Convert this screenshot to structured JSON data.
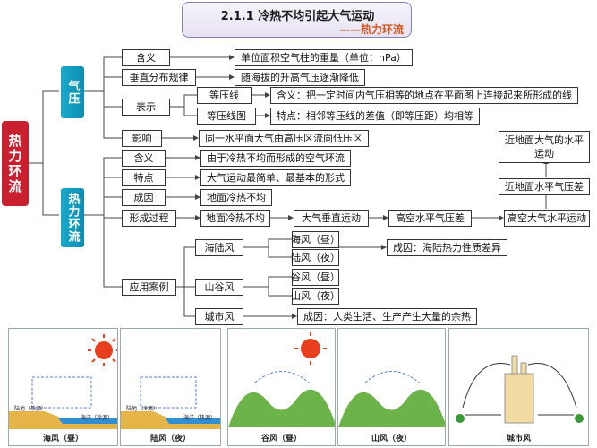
{
  "title": {
    "main": "2.1.1 冷热不均引起大气运动",
    "sub": "——热力环流"
  },
  "root": "热力环流",
  "categories": {
    "pressure": "气压",
    "circulation": "热力环流"
  },
  "pressure": {
    "meaning": {
      "label": "含义",
      "desc": "单位面积空气柱的重量（单位：hPa）"
    },
    "vertical": {
      "label": "垂直分布规律",
      "desc": "随海拔的升高气压逐渐降低"
    },
    "represent": {
      "label": "表示",
      "isobar": {
        "label": "等压线",
        "desc": "含义：把一定时间内气压相等的地点在平面图上连接起来所形成的线"
      },
      "map": {
        "label": "等压线图",
        "desc": "特点：相邻等压线的差值（即等压距）均相等"
      }
    },
    "influence": {
      "label": "影响",
      "desc": "同一水平面大气由高压区流向低压区"
    }
  },
  "circulation": {
    "meaning": {
      "label": "含义",
      "desc": "由于冷热不均而形成的空气环流"
    },
    "feature": {
      "label": "特点",
      "desc": "大气运动最简单、最基本的形式"
    },
    "cause": {
      "label": "成因",
      "desc": "地面冷热不均"
    },
    "process": {
      "label": "形成过程",
      "steps": [
        "地面冷热不均",
        "大气垂直运动",
        "高空水平气压差",
        "高空大气水平运动"
      ],
      "up1": "近地面水平气压差",
      "up2": "近地面大气的水平运动"
    },
    "cases": {
      "label": "应用案例",
      "sea_land": {
        "label": "海陆风",
        "day": "海风（昼）",
        "night": "陆风（夜）",
        "cause": "成因：海陆热力性质差异"
      },
      "valley": {
        "label": "山谷风",
        "day": "谷风（昼）",
        "night": "山风（夜）"
      },
      "city": {
        "label": "城市风",
        "cause": "成因：人类生活、生产产生大量的余热"
      }
    }
  },
  "illustrations": {
    "captions": [
      "海风（昼）",
      "陆风（夜）",
      "谷风（昼）",
      "山风（夜）",
      "城市风"
    ],
    "panel1": {
      "land": "陆地（热源）",
      "sea": "海洋（冷源）"
    },
    "panel2": {
      "land": "陆地（冷源）",
      "sea": "海洋（热源）"
    }
  },
  "colors": {
    "root": "#c8202e",
    "category": "#1aa9c9",
    "accent": "#d4561f"
  }
}
